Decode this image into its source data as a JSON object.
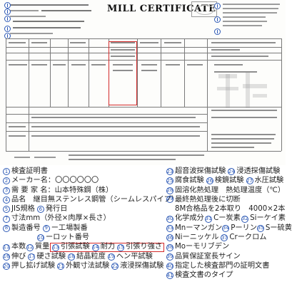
{
  "certificate": {
    "title": "MILL CERTIFICATE"
  },
  "legend": {
    "left": [
      {
        "num": "1",
        "text": "検査証明書"
      },
      {
        "num": "2",
        "text": "メーカー名：〇〇〇〇〇〇"
      },
      {
        "num": "3",
        "text": "需 要 家 名：山本特殊鋼（株）"
      },
      {
        "num": "4",
        "text": "品名　継目無ステンレス鋼管（シームレスパイプ）"
      },
      {
        "num": "5",
        "text": "JIS規格"
      },
      {
        "num": "6",
        "text": "発行日"
      },
      {
        "num": "7",
        "text": "寸法mm（外径×肉厚×長さ）"
      },
      {
        "num": "8",
        "text": "製造番号"
      },
      {
        "num": "9",
        "text": "ー工場製番"
      },
      {
        "num": "10",
        "text": "ーロット番号"
      }
    ],
    "row11": {
      "num": "11",
      "text": "本数"
    },
    "row12": {
      "num": "12",
      "text": "質量"
    },
    "highlighted": [
      {
        "num": "13",
        "text": "引張試験"
      },
      {
        "num": "14",
        "text": "耐力"
      },
      {
        "num": "15",
        "text": "引張り強さ"
      }
    ],
    "row16": [
      {
        "num": "16",
        "text": "伸び"
      },
      {
        "num": "17",
        "text": "硬さ試験"
      },
      {
        "num": "18",
        "text": "結晶粒度"
      },
      {
        "num": "19",
        "text": "ヘン平試験"
      }
    ],
    "row20": [
      {
        "num": "20",
        "text": "押し拡げ試験"
      },
      {
        "num": "21",
        "text": "外観寸法試験"
      },
      {
        "num": "22",
        "text": "液浸探傷試験"
      }
    ],
    "right": [
      {
        "num": "23",
        "text": "超音波探傷試験"
      },
      {
        "num": "24",
        "text": "浸透探傷試験"
      },
      {
        "num": "25",
        "text": "腐食試験"
      },
      {
        "num": "26",
        "text": "検鏡試験"
      },
      {
        "num": "27",
        "text": "水圧試験"
      },
      {
        "num": "28",
        "text": "固溶化熱処理　熱処理温度（℃）"
      },
      {
        "num": "29",
        "text": "最終熱処理後に切断",
        "text2": "8M合格品を2本取り　4000×2本"
      },
      {
        "num": "30",
        "text": "化学成分"
      },
      {
        "num": "31",
        "text": "Cー炭素"
      },
      {
        "num": "32",
        "text": "Siーケイ素"
      },
      {
        "num": "33",
        "text": "Mnーマンガン"
      },
      {
        "num": "34",
        "text": "Pーリン"
      },
      {
        "num": "35",
        "text": "Sー硫黄"
      },
      {
        "num": "36",
        "text": "Niーニッケル"
      },
      {
        "num": "37",
        "text": "Crークロム"
      },
      {
        "num": "38",
        "text": "Moーモリブデン"
      },
      {
        "num": "39",
        "text": "品質保証室長サイン"
      },
      {
        "num": "40",
        "text": "指定した検査部門の証明文書"
      },
      {
        "num": "41",
        "text": "検査文書のタイプ"
      }
    ]
  },
  "colors": {
    "accent_blue": "#2d59b5",
    "highlight_red": "#d32a2a"
  }
}
